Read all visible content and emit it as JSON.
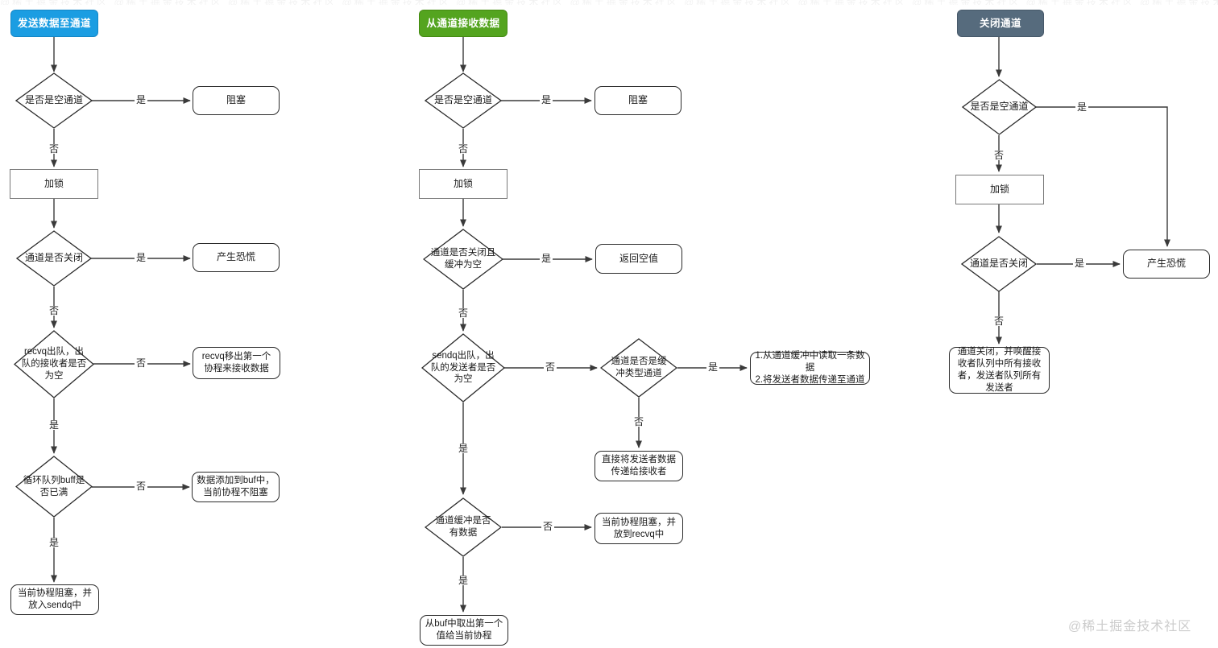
{
  "labels": {
    "yes": "是",
    "no": "否"
  },
  "watermark": "@稀土掘金技术社区",
  "colors": {
    "send_accent": "#1b9de2",
    "receive_accent": "#54a41f",
    "close_accent": "#566b7d",
    "line": "#3a3a3a"
  },
  "send": {
    "title": "发送数据至通道",
    "is_empty_channel": "是否是空通道",
    "block": "阻塞",
    "lock": "加锁",
    "is_closed": "通道是否关闭",
    "panic": "产生恐慌",
    "recvq_dequeue": "recvq出队，出队的接收者是否为空",
    "recvq_pop_first": "recvq移出第一个协程来接收数据",
    "buf_full": "循环队列buff是否已满",
    "add_to_buf": "数据添加到buf中，当前协程不阻塞",
    "block_into_sendq": "当前协程阻塞，并放入sendq中"
  },
  "receive": {
    "title": "从通道接收数据",
    "is_empty_channel": "是否是空通道",
    "block": "阻塞",
    "lock": "加锁",
    "closed_and_buf_empty": "通道是否关闭且缓冲为空",
    "return_null": "返回空值",
    "sendq_dequeue": "sendq出队，出队的发送者是否为空",
    "is_buffered": "通道是否是缓冲类型通道",
    "buffered_steps": "1.从通道缓冲中读取一条数据\n2.将发送者数据传递至通道",
    "direct_pass": "直接将发送者数据传递给接收者",
    "buf_has_data": "通道缓冲是否有数据",
    "block_into_recvq": "当前协程阻塞，并放到recvq中",
    "take_first_from_buf": "从buf中取出第一个值给当前协程"
  },
  "close": {
    "title": "关闭通道",
    "is_empty_channel": "是否是空通道",
    "lock": "加锁",
    "is_closed": "通道是否关闭",
    "panic": "产生恐慌",
    "close_and_wake": "通道关闭，并唤醒接收者队列中所有接收者，发送者队列所有发送者"
  }
}
